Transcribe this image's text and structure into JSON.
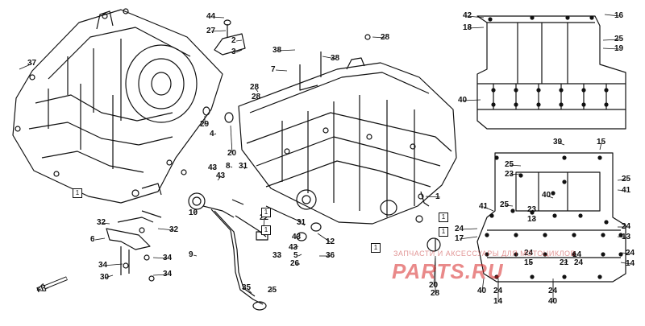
{
  "diagram": {
    "front_marker": "FR.",
    "watermark": {
      "line": "ЗАПЧАСТИ И АКСЕССУАРЫ ДЛЯ МОТОЦИКЛОВ",
      "brand": "PARTS.RU"
    },
    "callouts": [
      "44",
      "27",
      "2",
      "3",
      "37",
      "38",
      "38",
      "7",
      "28",
      "28",
      "29",
      "4",
      "20",
      "43",
      "8",
      "31",
      "43",
      "10",
      "22",
      "9",
      "32",
      "32",
      "6",
      "34",
      "34",
      "30",
      "34",
      "31",
      "43",
      "43",
      "5",
      "12",
      "26",
      "33",
      "36",
      "35",
      "25",
      "42",
      "18",
      "16",
      "25",
      "19",
      "40",
      "39",
      "15",
      "25",
      "23",
      "25",
      "41",
      "40",
      "41",
      "25",
      "23",
      "13",
      "24",
      "17",
      "24",
      "13",
      "24",
      "14",
      "24",
      "14",
      "24",
      "15",
      "24",
      "40",
      "14",
      "24",
      "40",
      "21",
      "20",
      "28",
      "28",
      "1",
      "1",
      "1",
      "1",
      "1"
    ],
    "ref_boxes": [
      "1",
      "1",
      "1",
      "1",
      "1",
      "1"
    ]
  }
}
